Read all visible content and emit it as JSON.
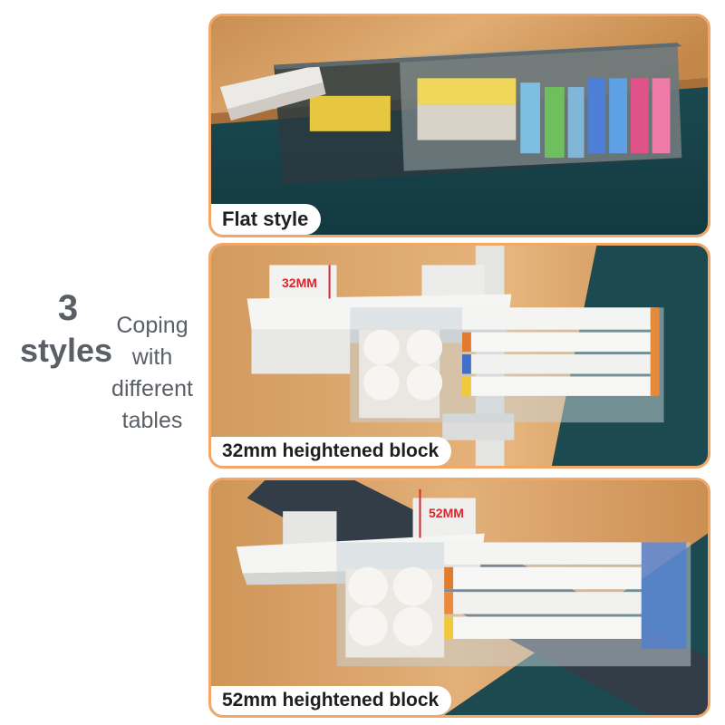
{
  "left_block": {
    "number": "3",
    "word": "styles",
    "sub_lines": [
      "Coping",
      "with",
      "different",
      "tables"
    ]
  },
  "panels": [
    {
      "caption": "Flat style"
    },
    {
      "caption": "32mm heightened block",
      "measure": "32MM"
    },
    {
      "caption": "52mm heightened block",
      "measure": "52MM"
    }
  ],
  "colors": {
    "panel_border": "#f2a766",
    "caption_bg": "#ffffff",
    "measure_red": "#d8262f",
    "text_gray": "#5a5f66"
  }
}
